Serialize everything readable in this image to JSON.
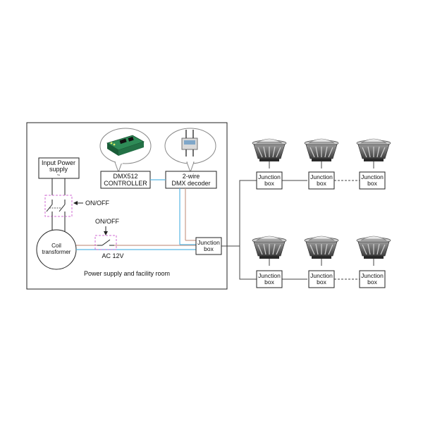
{
  "room": {
    "caption": "Power supply and facility room"
  },
  "input_power": {
    "line1": "Input Power",
    "line2": "supply",
    "symbol": "~"
  },
  "switch_main": {
    "label": "ON/OFF"
  },
  "switch_ac": {
    "label": "ON/OFF",
    "voltage": "AC 12V"
  },
  "transformer": {
    "line1": "Coil",
    "line2": "transformer"
  },
  "controller": {
    "line1": "DMX512",
    "line2": "CONTROLLER",
    "icon": "dmx-controller-icon"
  },
  "decoder": {
    "line1": "2-wire",
    "line2": "DMX decoder",
    "icon": "dmx-decoder-icon"
  },
  "room_junction": {
    "line1": "Junction",
    "line2": "box"
  },
  "junction_boxes": [
    {
      "line1": "Junction",
      "line2": "box"
    },
    {
      "line1": "Junction",
      "line2": "box"
    },
    {
      "line1": "Junction",
      "line2": "box"
    },
    {
      "line1": "Junction",
      "line2": "box"
    },
    {
      "line1": "Junction",
      "line2": "box"
    },
    {
      "line1": "Junction",
      "line2": "box"
    }
  ],
  "lights": {
    "icon": "underwater-light-icon",
    "count": 6
  },
  "colors": {
    "power_line": "#c79b8a",
    "signal_line": "#5ab6e3",
    "dashed_box": "#d26bd3",
    "frame": "#222222"
  }
}
